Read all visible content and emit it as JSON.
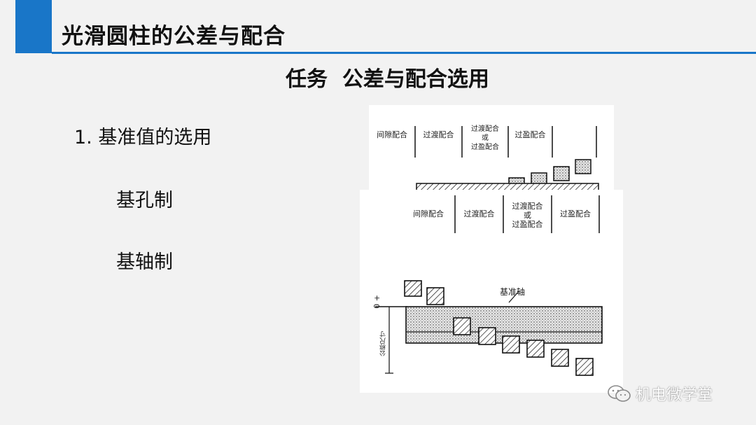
{
  "header": {
    "title": "光滑圆柱的公差与配合",
    "accent_color": "#1976c8"
  },
  "subtitle": "任务  公差与配合选用",
  "content": {
    "item_main": "1. 基准值的选用",
    "item_a": "基孔制",
    "item_b": "基轴制"
  },
  "figure_top": {
    "columns": [
      {
        "label": "间隙配合"
      },
      {
        "label": "过渡配合"
      },
      {
        "label": "过渡配合\n或\n过盈配合"
      },
      {
        "label": "过盈配合"
      }
    ]
  },
  "figure_main": {
    "columns": [
      {
        "label": "间隙配合"
      },
      {
        "label": "过渡配合"
      },
      {
        "label": "过渡配合\n或\n过盈配合"
      },
      {
        "label": "过盈配合"
      }
    ],
    "base_label": "基准轴",
    "zero_label": "0 +",
    "axis_label": "公称尺寸"
  },
  "watermark": {
    "text": "机电微学堂",
    "icon": "wechat-icon"
  }
}
